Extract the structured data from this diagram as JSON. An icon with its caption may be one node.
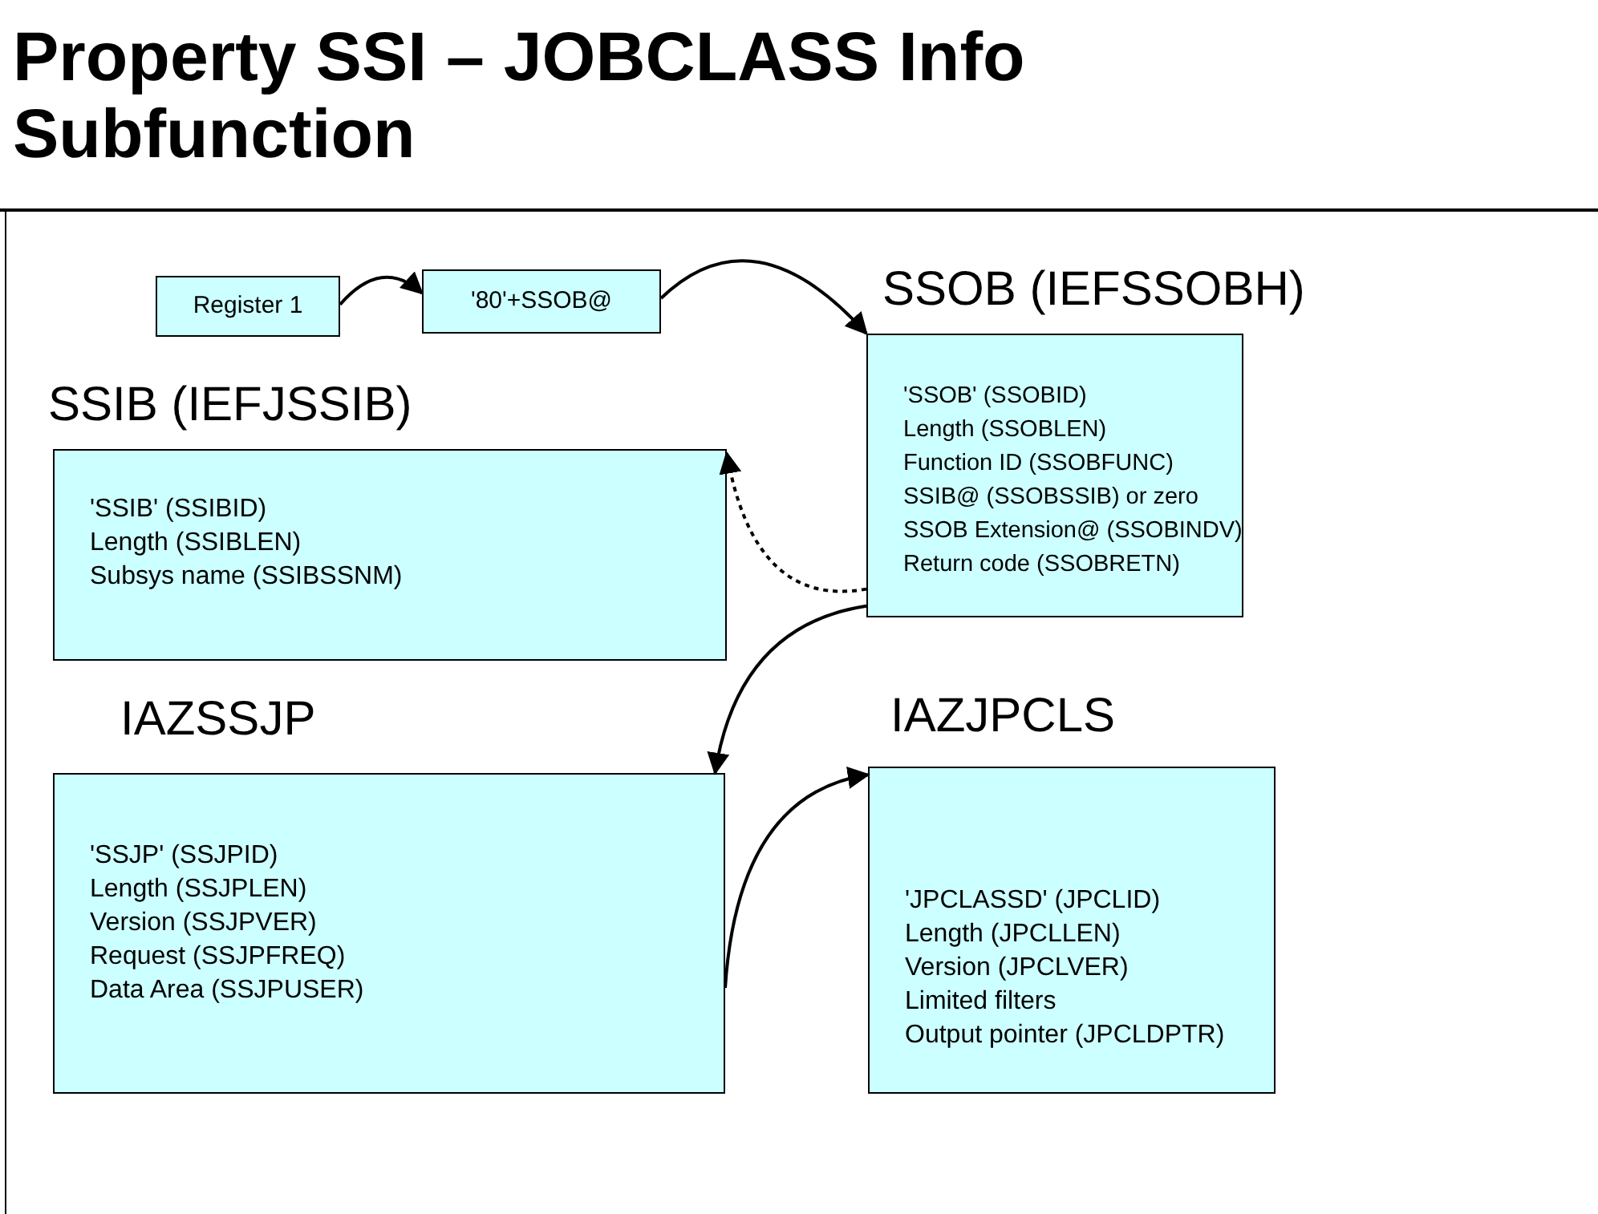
{
  "diagram": {
    "title": "Property SSI – JOBCLASS Info Subfunction",
    "nodes": [
      {
        "text": [
          "Register 1"
        ]
      },
      {
        "text": [
          "'80'+SSOB@"
        ]
      },
      {
        "text": [
          "SSOB (IEFSSOBH)",
          "'SSOB' (SSOBID)",
          "Length (SSOBLEN)",
          "Function ID (SSOBFUNC)",
          "SSIB@ (SSOBSSIB) or zero",
          "SSOB Extension@ (SSOBINDV)",
          "Return code (SSOBRETN)"
        ]
      },
      {
        "text": [
          "SSIB (IEFJSSIB)",
          "'SSIB' (SSIBID)",
          "Length (SSIBLEN)",
          "Subsys name (SSIBSSNM)"
        ]
      },
      {
        "text": [
          "IAZSSJP",
          "'SSJP' (SSJPID)",
          "Length (SSJPLEN)",
          "Version (SSJPVER)",
          "Request (SSJPFREQ)",
          "Data Area (SSJPUSER)"
        ]
      },
      {
        "text": [
          "IAZJPCLS",
          "'JPCLASSD' (JPCLID)",
          "Length (JPCLLEN)",
          "Version (JPCLVER)",
          "Limited filters",
          "Output pointer (JPCLDPTR)"
        ]
      }
    ],
    "edges": [
      {
        "from": 0,
        "to": 1,
        "arrow": "to"
      },
      {
        "from": 1,
        "to": 2,
        "arrow": "to"
      },
      {
        "from": 2,
        "to": 3,
        "arrow": "to",
        "style": "dashed"
      },
      {
        "from": 2,
        "to": 4,
        "arrow": "to"
      },
      {
        "from": 4,
        "to": 5,
        "arrow": "to"
      }
    ]
  }
}
